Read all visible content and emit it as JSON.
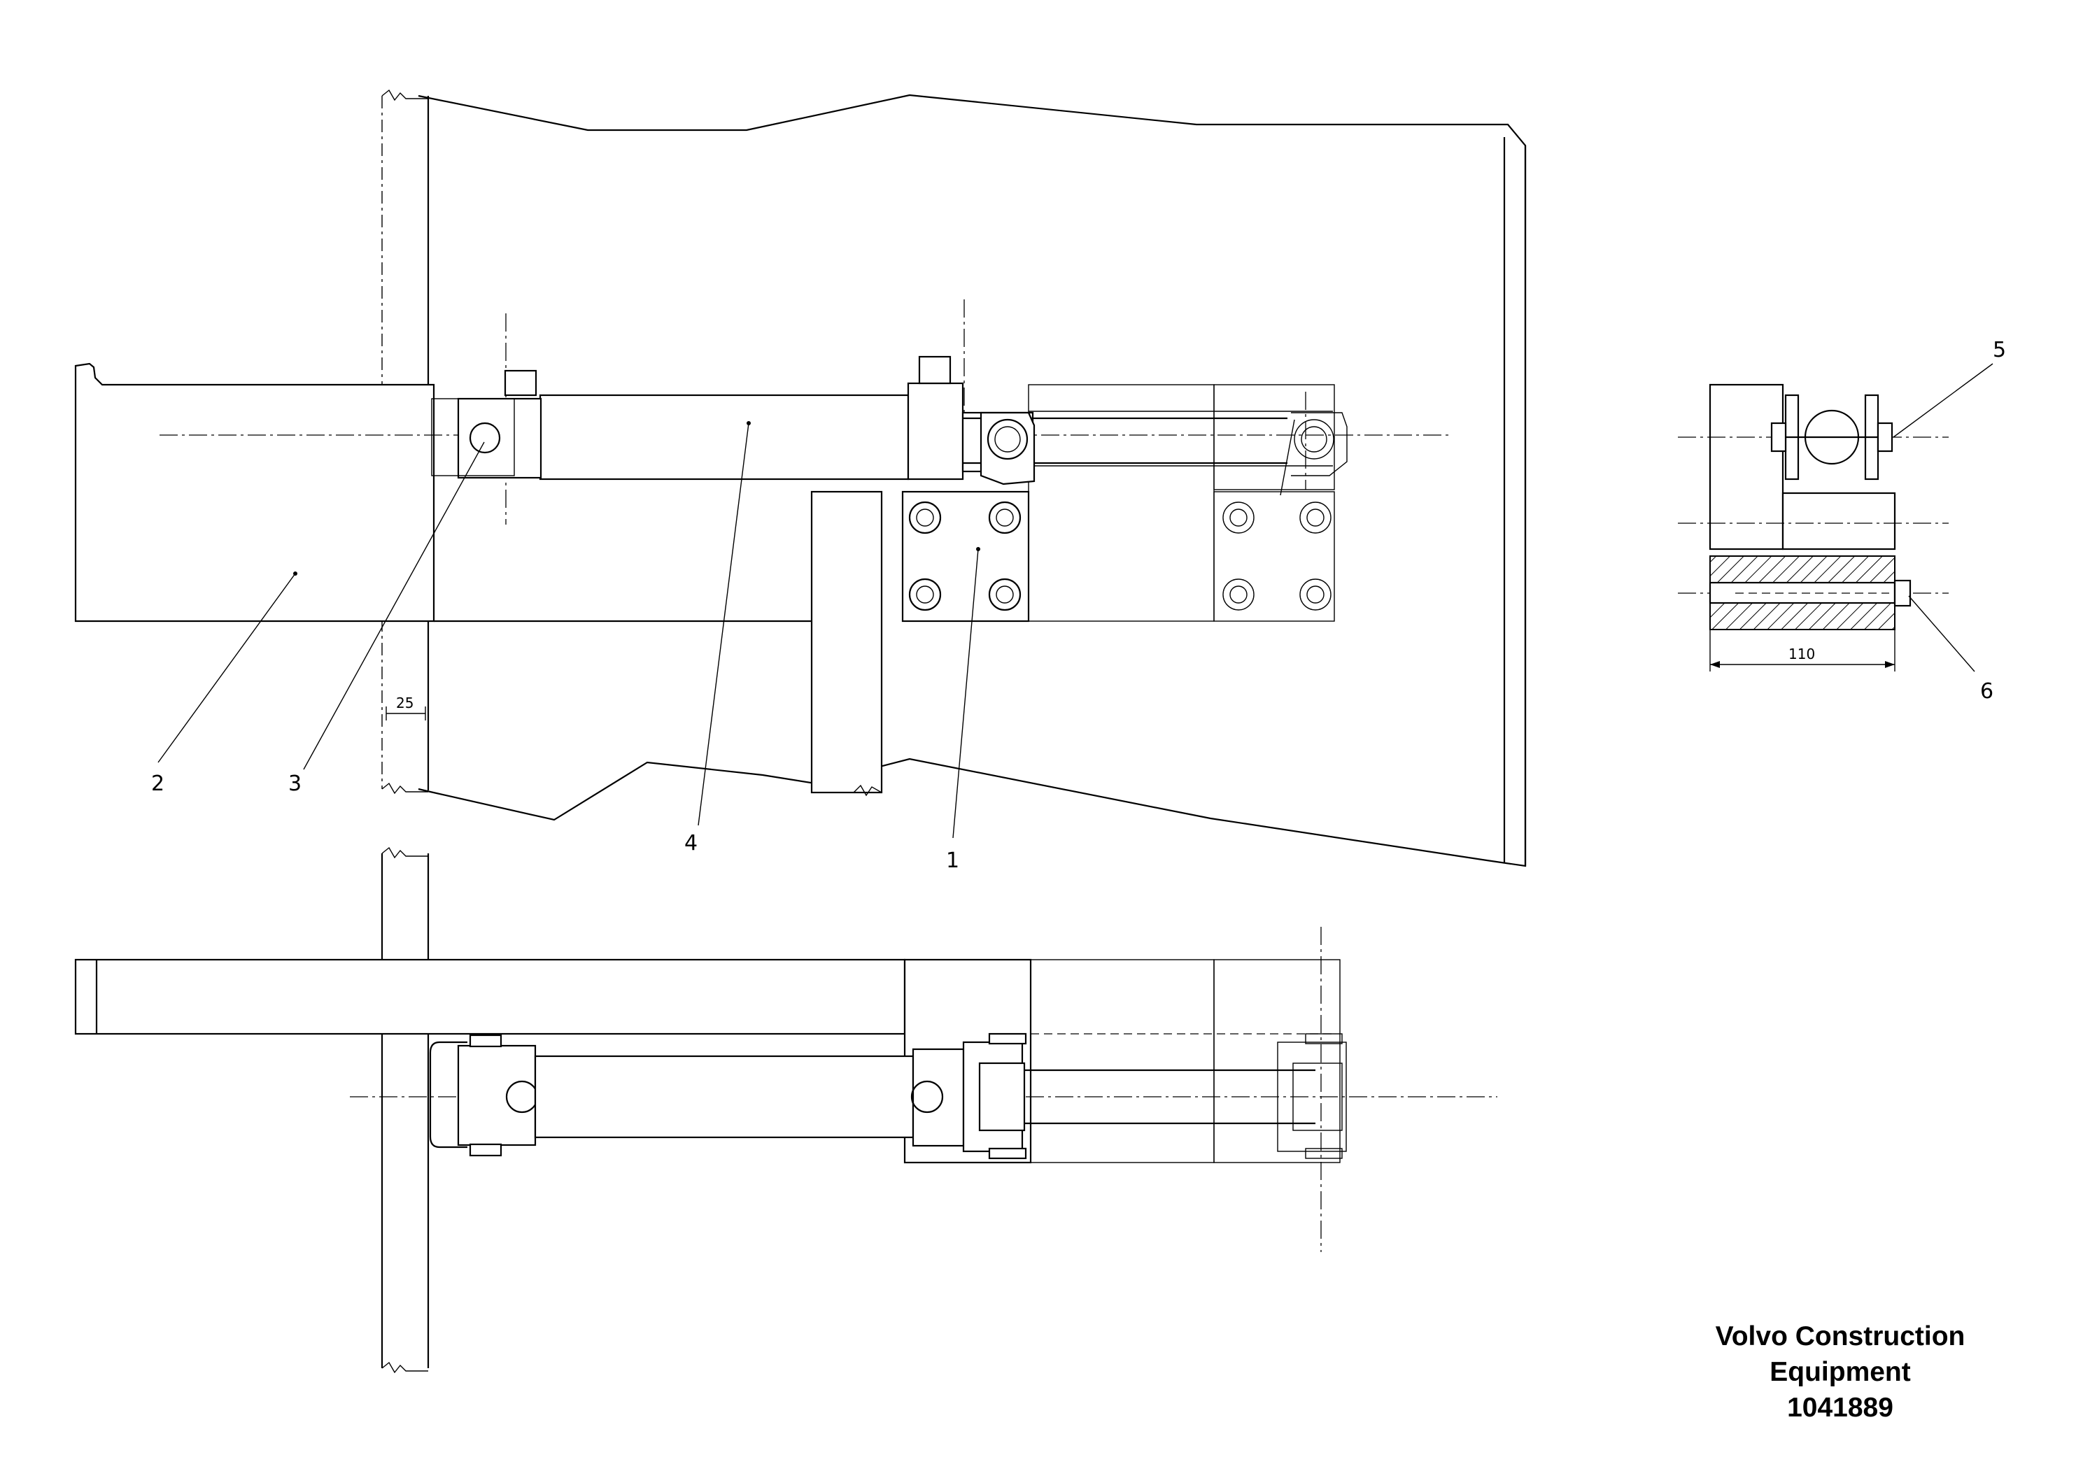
{
  "callouts": [
    "1",
    "2",
    "3",
    "4",
    "5",
    "6"
  ],
  "dimensions": {
    "gap": "25",
    "width": "110"
  },
  "footer": {
    "company_line1": "Volvo Construction",
    "company_line2": "Equipment",
    "part_number": "1041889"
  }
}
